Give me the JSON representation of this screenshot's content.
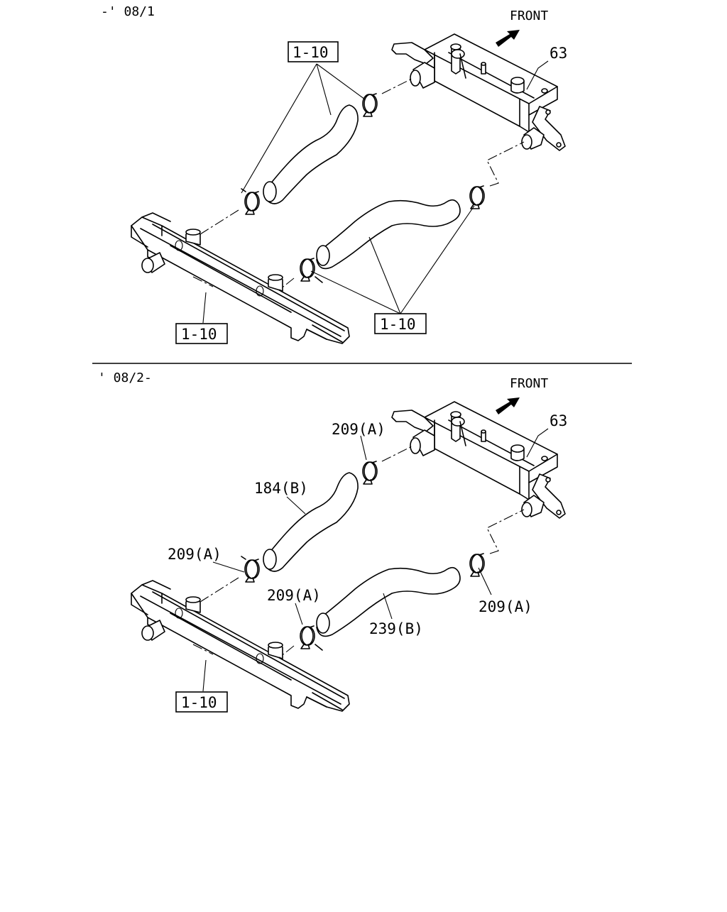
{
  "upper": {
    "period": "-' 08/1",
    "front_label": "FRONT",
    "labels": {
      "part_63": "63",
      "ref_top": "1-10",
      "ref_mid": "1-10",
      "ref_bottom": "1-10"
    }
  },
  "lower": {
    "period": "' 08/2-",
    "front_label": "FRONT",
    "labels": {
      "part_63": "63",
      "clamp_a_top": "209(A)",
      "hose_upper": "184(B)",
      "clamp_a_left": "209(A)",
      "clamp_a_mid": "209(A)",
      "clamp_a_right": "209(A)",
      "hose_lower": "239(B)",
      "ref_bottom": "1-10"
    }
  }
}
